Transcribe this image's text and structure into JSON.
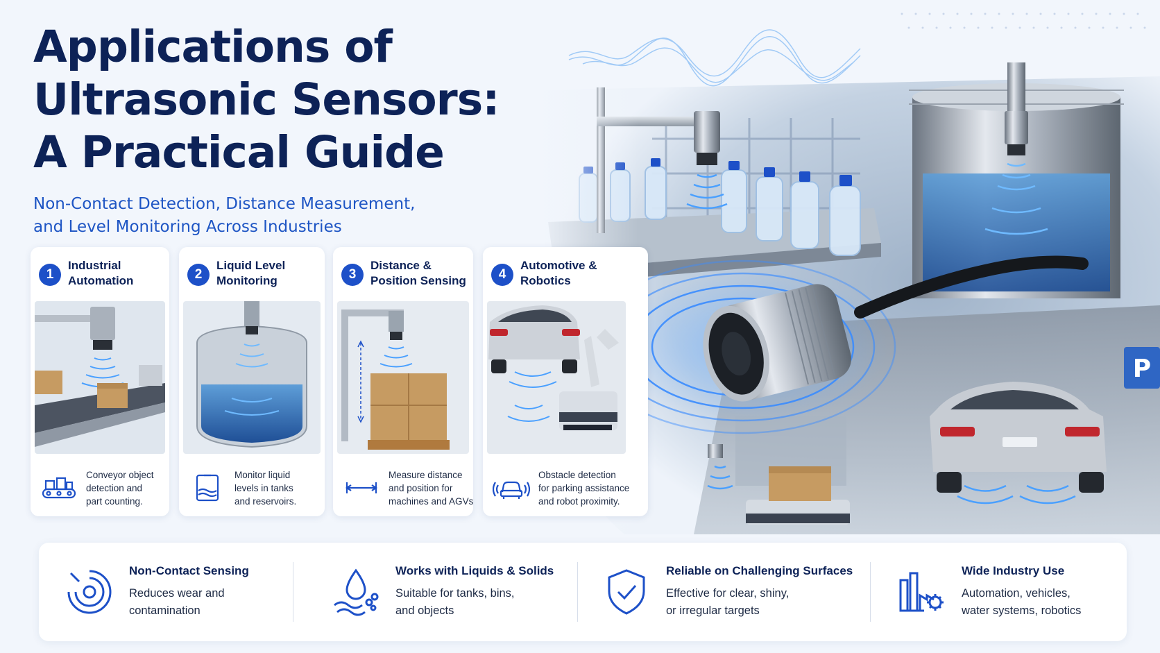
{
  "title": {
    "line1": "Applications of",
    "line2": "Ultrasonic Sensors:",
    "line3": "A Practical Guide"
  },
  "subtitle": {
    "line1": "Non-Contact Detection, Distance Measurement,",
    "line2": "and Level Monitoring Across Industries"
  },
  "hero": {
    "parking_sign": "P"
  },
  "cards": [
    {
      "number": "1",
      "title_line1": "Industrial",
      "title_line2": "Automation",
      "icon": "conveyor-icon",
      "desc_line1": "Conveyor object",
      "desc_line2": "detection and",
      "desc_line3": "part counting."
    },
    {
      "number": "2",
      "title_line1": "Liquid Level",
      "title_line2": "Monitoring",
      "icon": "tank-level-icon",
      "desc_line1": "Monitor liquid",
      "desc_line2": "levels in tanks",
      "desc_line3": "and reservoirs."
    },
    {
      "number": "3",
      "title_line1": "Distance &",
      "title_line2": "Position Sensing",
      "icon": "distance-ruler-icon",
      "desc_line1": "Measure distance",
      "desc_line2": "and position for",
      "desc_line3": "machines and AGVs."
    },
    {
      "number": "4",
      "title_line1": "Automotive &",
      "title_line2": "Robotics",
      "icon": "car-sensor-icon",
      "desc_line1": "Obstacle detection",
      "desc_line2": "for parking assistance",
      "desc_line3": "and robot proximity."
    }
  ],
  "benefits": [
    {
      "icon": "target-rings-icon",
      "title": "Non-Contact Sensing",
      "desc_line1": "Reduces wear and",
      "desc_line2": "contamination"
    },
    {
      "icon": "water-drop-icon",
      "title": "Works with Liquids & Solids",
      "desc_line1": "Suitable for tanks, bins,",
      "desc_line2": "and objects"
    },
    {
      "icon": "shield-check-icon",
      "title": "Reliable on Challenging Surfaces",
      "desc_line1": "Effective for clear, shiny,",
      "desc_line2": "or irregular targets"
    },
    {
      "icon": "factory-gear-icon",
      "title": "Wide Industry Use",
      "desc_line1": "Automation, vehicles,",
      "desc_line2": "water systems, robotics"
    }
  ],
  "colors": {
    "navy": "#0d2257",
    "accent_blue": "#1d50c8",
    "wave_blue": "#3a8cff",
    "background": "#f2f6fc"
  }
}
